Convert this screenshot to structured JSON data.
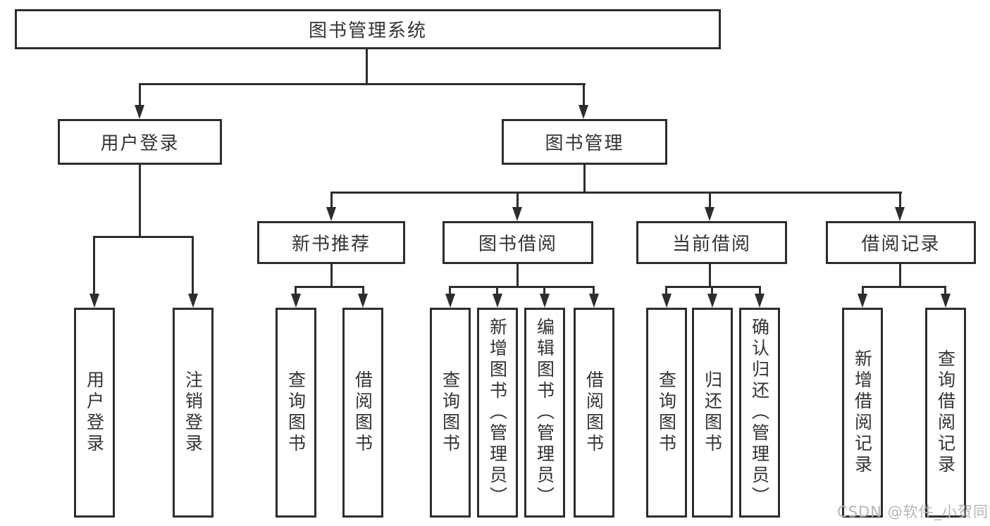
{
  "diagram_type": "hierarchy-tree",
  "colors": {
    "line": "#2d2d2d",
    "box_border": "#2d2d2d",
    "text": "#333333",
    "background": "#ffffff",
    "watermark": "#b5b5b5"
  },
  "tree": {
    "label": "图书管理系统",
    "children": [
      {
        "label": "用户登录",
        "children": [
          {
            "label": "用户登录"
          },
          {
            "label": "注销登录"
          }
        ]
      },
      {
        "label": "图书管理",
        "children": [
          {
            "label": "新书推荐",
            "children": [
              {
                "label": "查询图书"
              },
              {
                "label": "借阅图书"
              }
            ]
          },
          {
            "label": "图书借阅",
            "children": [
              {
                "label": "查询图书"
              },
              {
                "label": "新增图书（管理员）"
              },
              {
                "label": "编辑图书（管理员）"
              },
              {
                "label": "借阅图书"
              }
            ]
          },
          {
            "label": "当前借阅",
            "children": [
              {
                "label": "查询图书"
              },
              {
                "label": "归还图书"
              },
              {
                "label": "确认归还（管理员）"
              }
            ]
          },
          {
            "label": "借阅记录",
            "children": [
              {
                "label": "新增借阅记录"
              },
              {
                "label": "查询借阅记录"
              }
            ]
          }
        ]
      }
    ]
  },
  "watermark": {
    "text": "CSDN @软件_小贺同学"
  }
}
